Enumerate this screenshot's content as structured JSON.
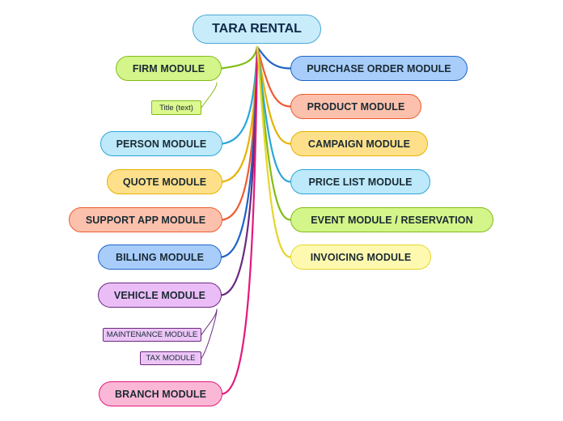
{
  "root": {
    "label": "TARA RENTAL",
    "fill": "#c9ecfb",
    "stroke": "#4aa7d4"
  },
  "nodes": [
    {
      "id": "firm",
      "label": "FIRM MODULE",
      "fill": "#d3f58a",
      "stroke": "#82bc16"
    },
    {
      "id": "person",
      "label": "PERSON MODULE",
      "fill": "#bde9fb",
      "stroke": "#2aa6d8"
    },
    {
      "id": "quote",
      "label": "QUOTE MODULE",
      "fill": "#ffe08a",
      "stroke": "#e4b200"
    },
    {
      "id": "support-app",
      "label": "SUPPORT APP MODULE",
      "fill": "#fcc1ac",
      "stroke": "#ee5a31"
    },
    {
      "id": "billing",
      "label": "BILLING MODULE",
      "fill": "#a8cdfb",
      "stroke": "#1f63c6"
    },
    {
      "id": "vehicle",
      "label": "VEHICLE MODULE",
      "fill": "#ebbdf7",
      "stroke": "#6b2a80"
    },
    {
      "id": "branch",
      "label": "BRANCH MODULE",
      "fill": "#fab8d6",
      "stroke": "#e4187b"
    },
    {
      "id": "purchase-order",
      "label": "PURCHASE ORDER MODULE",
      "fill": "#a8cdfb",
      "stroke": "#1f63c6"
    },
    {
      "id": "product",
      "label": "PRODUCT MODULE",
      "fill": "#fcc1ac",
      "stroke": "#ee5a31"
    },
    {
      "id": "campaign",
      "label": "CAMPAIGN MODULE",
      "fill": "#ffe08a",
      "stroke": "#e4b200"
    },
    {
      "id": "price-list",
      "label": "PRICE LIST MODULE",
      "fill": "#bde9fb",
      "stroke": "#2aa6d8"
    },
    {
      "id": "event",
      "label": "EVENT MODULE / RESERVATION",
      "fill": "#d3f58a",
      "stroke": "#82bc16"
    },
    {
      "id": "invoicing",
      "label": "INVOICING MODULE",
      "fill": "#fff9b0",
      "stroke": "#e6d62c"
    }
  ],
  "subnodes": [
    {
      "id": "title-text",
      "parent": "firm",
      "label": "Title (text)",
      "fill": "#dcf88f",
      "stroke": "#82bc16"
    },
    {
      "id": "maintenance",
      "parent": "vehicle",
      "label": "MAINTENANCE MODULE",
      "fill": "#ecc5f7",
      "stroke": "#6b2a80"
    },
    {
      "id": "tax",
      "parent": "vehicle",
      "label": "TAX  MODULE",
      "fill": "#ecc5f7",
      "stroke": "#6b2a80"
    }
  ]
}
